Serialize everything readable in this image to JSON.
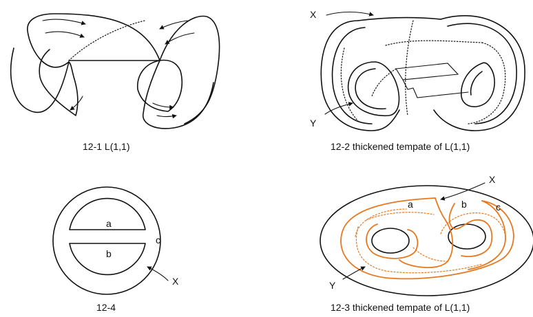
{
  "figures": [
    {
      "id": "12-1",
      "caption": "12-1  L(1,1)"
    },
    {
      "id": "12-2",
      "caption": "12-2   thickened tempate of L(1,1)",
      "labels": [
        "X",
        "Y"
      ]
    },
    {
      "id": "12-3",
      "caption": "12-3   thickened tempate of L(1,1)",
      "labels": [
        "X",
        "Y",
        "a",
        "b",
        "c"
      ]
    },
    {
      "id": "12-4",
      "caption": "12-4",
      "labels": [
        "a",
        "b",
        "c",
        "X"
      ]
    }
  ],
  "colors": {
    "ink": "#111111",
    "orbit": "#e8781e"
  }
}
